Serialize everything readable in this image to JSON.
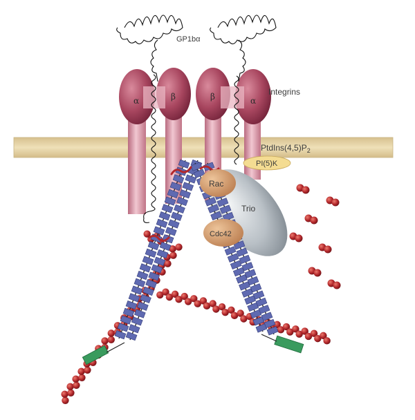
{
  "labels": {
    "gp1b": "GP1bα",
    "integrins": "Integrins",
    "ptdins_main": "PtdIns(4,5)P",
    "ptdins_sub": "2",
    "pi5k": "PI(5)K",
    "rac": "Rac",
    "trio": "Trio",
    "cdc42": "Cdc42",
    "alpha_left": "α",
    "beta_left": "β",
    "beta_right": "β",
    "alpha_right": "α"
  },
  "colors": {
    "membrane": "#e6d3a4",
    "membrane_edge": "#c9b582",
    "integrin_head": "#a8465f",
    "integrin_stalk": "#d79aa9",
    "actin": "#b3282c",
    "spectrin": "#5f6ab1",
    "gtpase": "#c9905f",
    "trio": "#b9c0c6",
    "pi5k": "#f4dc92",
    "anchor": "#3a9b5e"
  },
  "icons": [
    "actin-filament",
    "alpha-actinin-dimer",
    "free-actin-monomers",
    "gp1b-coil"
  ]
}
